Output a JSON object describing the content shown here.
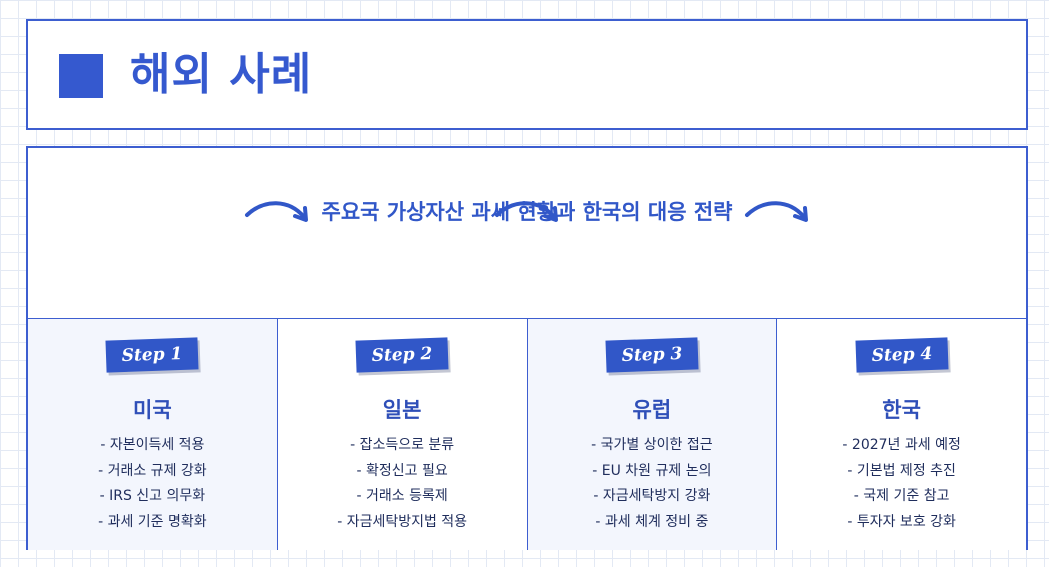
{
  "header": {
    "title": "해외 사례"
  },
  "main": {
    "subtitle": "주요국 가상자산 과세 현황과 한국의 대응 전략",
    "steps": [
      {
        "badge": "Step 1",
        "country": "미국",
        "items": [
          "- 자본이득세 적용",
          "- 거래소 규제 강화",
          "- IRS 신고 의무화",
          "- 과세 기준 명확화"
        ]
      },
      {
        "badge": "Step 2",
        "country": "일본",
        "items": [
          "- 잡소득으로 분류",
          "- 확정신고 필요",
          "- 거래소 등록제",
          "- 자금세탁방지법 적용"
        ]
      },
      {
        "badge": "Step 3",
        "country": "유럽",
        "items": [
          "- 국가별 상이한 접근",
          "- EU 차원 규제 논의",
          "- 자금세탁방지 강화",
          "- 과세 체계 정비 중"
        ]
      },
      {
        "badge": "Step 4",
        "country": "한국",
        "items": [
          "- 2027년 과세 예정",
          "- 기본법 제정 추진",
          "- 국제 기준 참고",
          "- 투자자 보호 강화"
        ]
      }
    ]
  },
  "colors": {
    "accent": "#3559cf",
    "border": "#3d5ed0",
    "text": "#1f2d5c"
  },
  "icons": {
    "connector": "curved-arrow-icon"
  }
}
